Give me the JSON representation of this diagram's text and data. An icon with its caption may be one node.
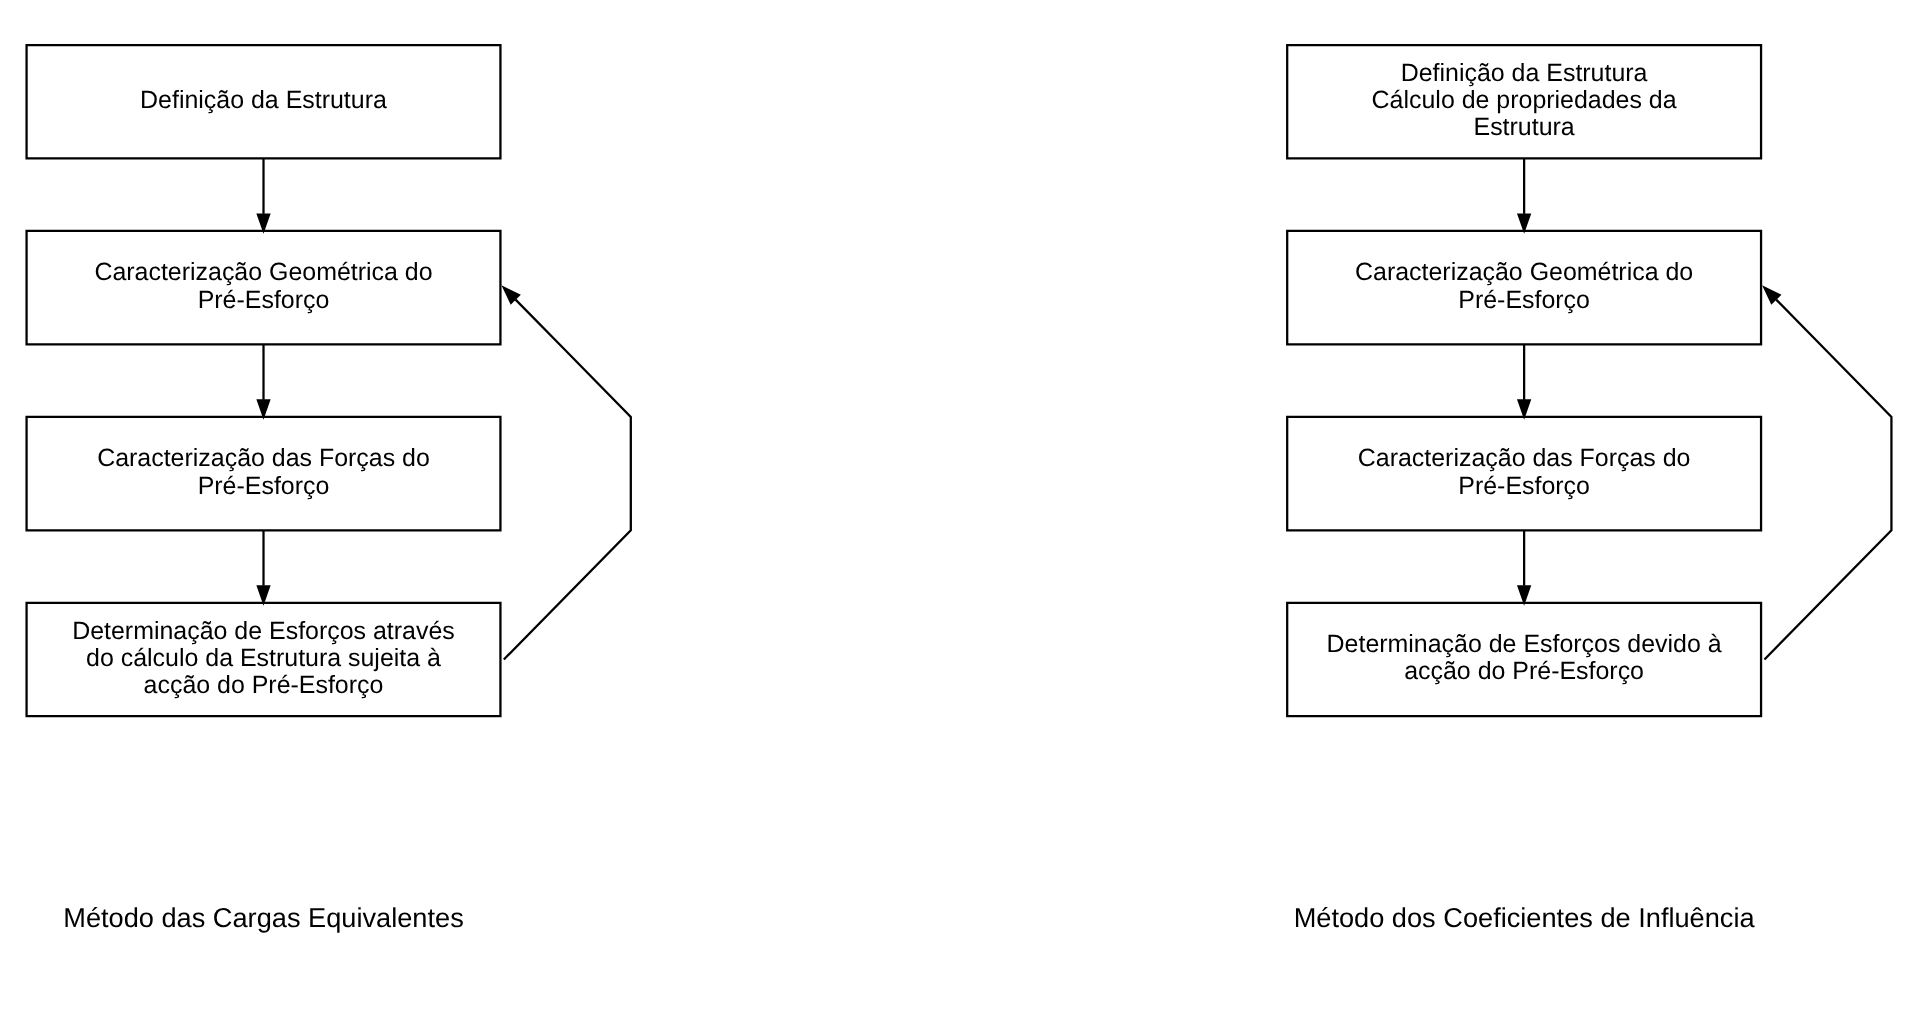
{
  "diagram": {
    "nodes": [
      {
        "text": [
          "Definição da Estrutura"
        ]
      },
      {
        "text": [
          "Caracterização Geométrica do Pré-Esforço"
        ]
      },
      {
        "text": [
          "Caracterização das Forças do Pré-Esforço"
        ]
      },
      {
        "text": [
          "Determinação de Esforços através do cálculo da Estrutura sujeita à acção do Pré-Esforço"
        ]
      },
      {
        "text": [
          "Definição da Estrutura",
          "Cálculo de propriedades da Estrutura"
        ]
      },
      {
        "text": [
          "Caracterização Geométrica do Pré-Esforço"
        ]
      },
      {
        "text": [
          "Caracterização das Forças do Pré-Esforço"
        ]
      },
      {
        "text": [
          "Determinação de Esforços devido à acção do Pré-Esforço"
        ]
      }
    ],
    "edges": [
      {
        "from": 0,
        "to": 1,
        "arrow": "to"
      },
      {
        "from": 1,
        "to": 2,
        "arrow": "to"
      },
      {
        "from": 2,
        "to": 3,
        "arrow": "to"
      },
      {
        "from": 3,
        "to": 1,
        "arrow": "to"
      },
      {
        "from": 4,
        "to": 5,
        "arrow": "to"
      },
      {
        "from": 5,
        "to": 6,
        "arrow": "to"
      },
      {
        "from": 6,
        "to": 7,
        "arrow": "to"
      },
      {
        "from": 7,
        "to": 5,
        "arrow": "to"
      }
    ],
    "labels": [
      "Método das Cargas Equivalentes",
      "Método dos Coeficientes de Influência"
    ]
  }
}
